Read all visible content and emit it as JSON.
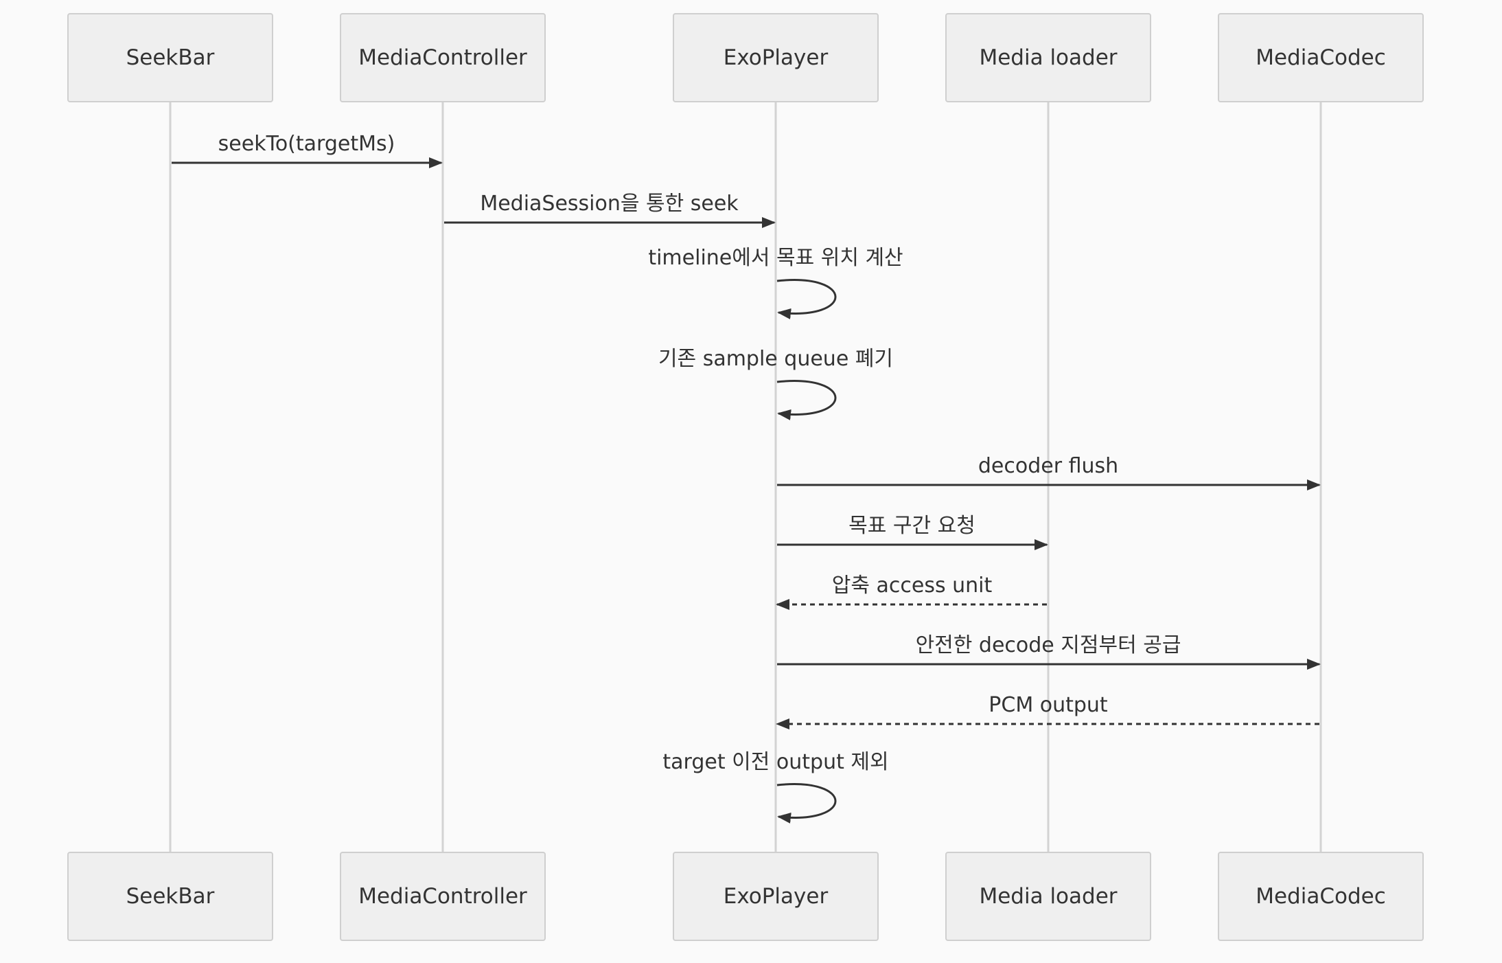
{
  "participants": [
    {
      "id": "seekbar",
      "label": "SeekBar"
    },
    {
      "id": "controller",
      "label": "MediaController"
    },
    {
      "id": "exoplayer",
      "label": "ExoPlayer"
    },
    {
      "id": "loader",
      "label": "Media loader"
    },
    {
      "id": "codec",
      "label": "MediaCodec"
    }
  ],
  "messages": [
    {
      "from": 0,
      "to": 1,
      "label": "seekTo(targetMs)",
      "style": "solid"
    },
    {
      "from": 1,
      "to": 2,
      "label": "MediaSession을 통한 seek",
      "style": "solid"
    },
    {
      "from": 2,
      "to": 2,
      "label": "timeline에서 목표 위치 계산",
      "style": "solid"
    },
    {
      "from": 2,
      "to": 2,
      "label": "기존 sample queue 폐기",
      "style": "solid"
    },
    {
      "from": 2,
      "to": 4,
      "label": "decoder flush",
      "style": "solid"
    },
    {
      "from": 2,
      "to": 3,
      "label": "목표 구간 요청",
      "style": "solid"
    },
    {
      "from": 3,
      "to": 2,
      "label": "압축 access unit",
      "style": "dashed"
    },
    {
      "from": 2,
      "to": 4,
      "label": "안전한 decode 지점부터 공급",
      "style": "solid"
    },
    {
      "from": 4,
      "to": 2,
      "label": "PCM output",
      "style": "dashed"
    },
    {
      "from": 2,
      "to": 2,
      "label": "target 이전 output 제외",
      "style": "solid"
    }
  ],
  "colors": {
    "background": "#fafafa",
    "actor_fill": "#efefef",
    "actor_stroke": "#cfcfcf",
    "lifeline": "#d3d3d3",
    "line": "#333333",
    "text": "#333333"
  }
}
